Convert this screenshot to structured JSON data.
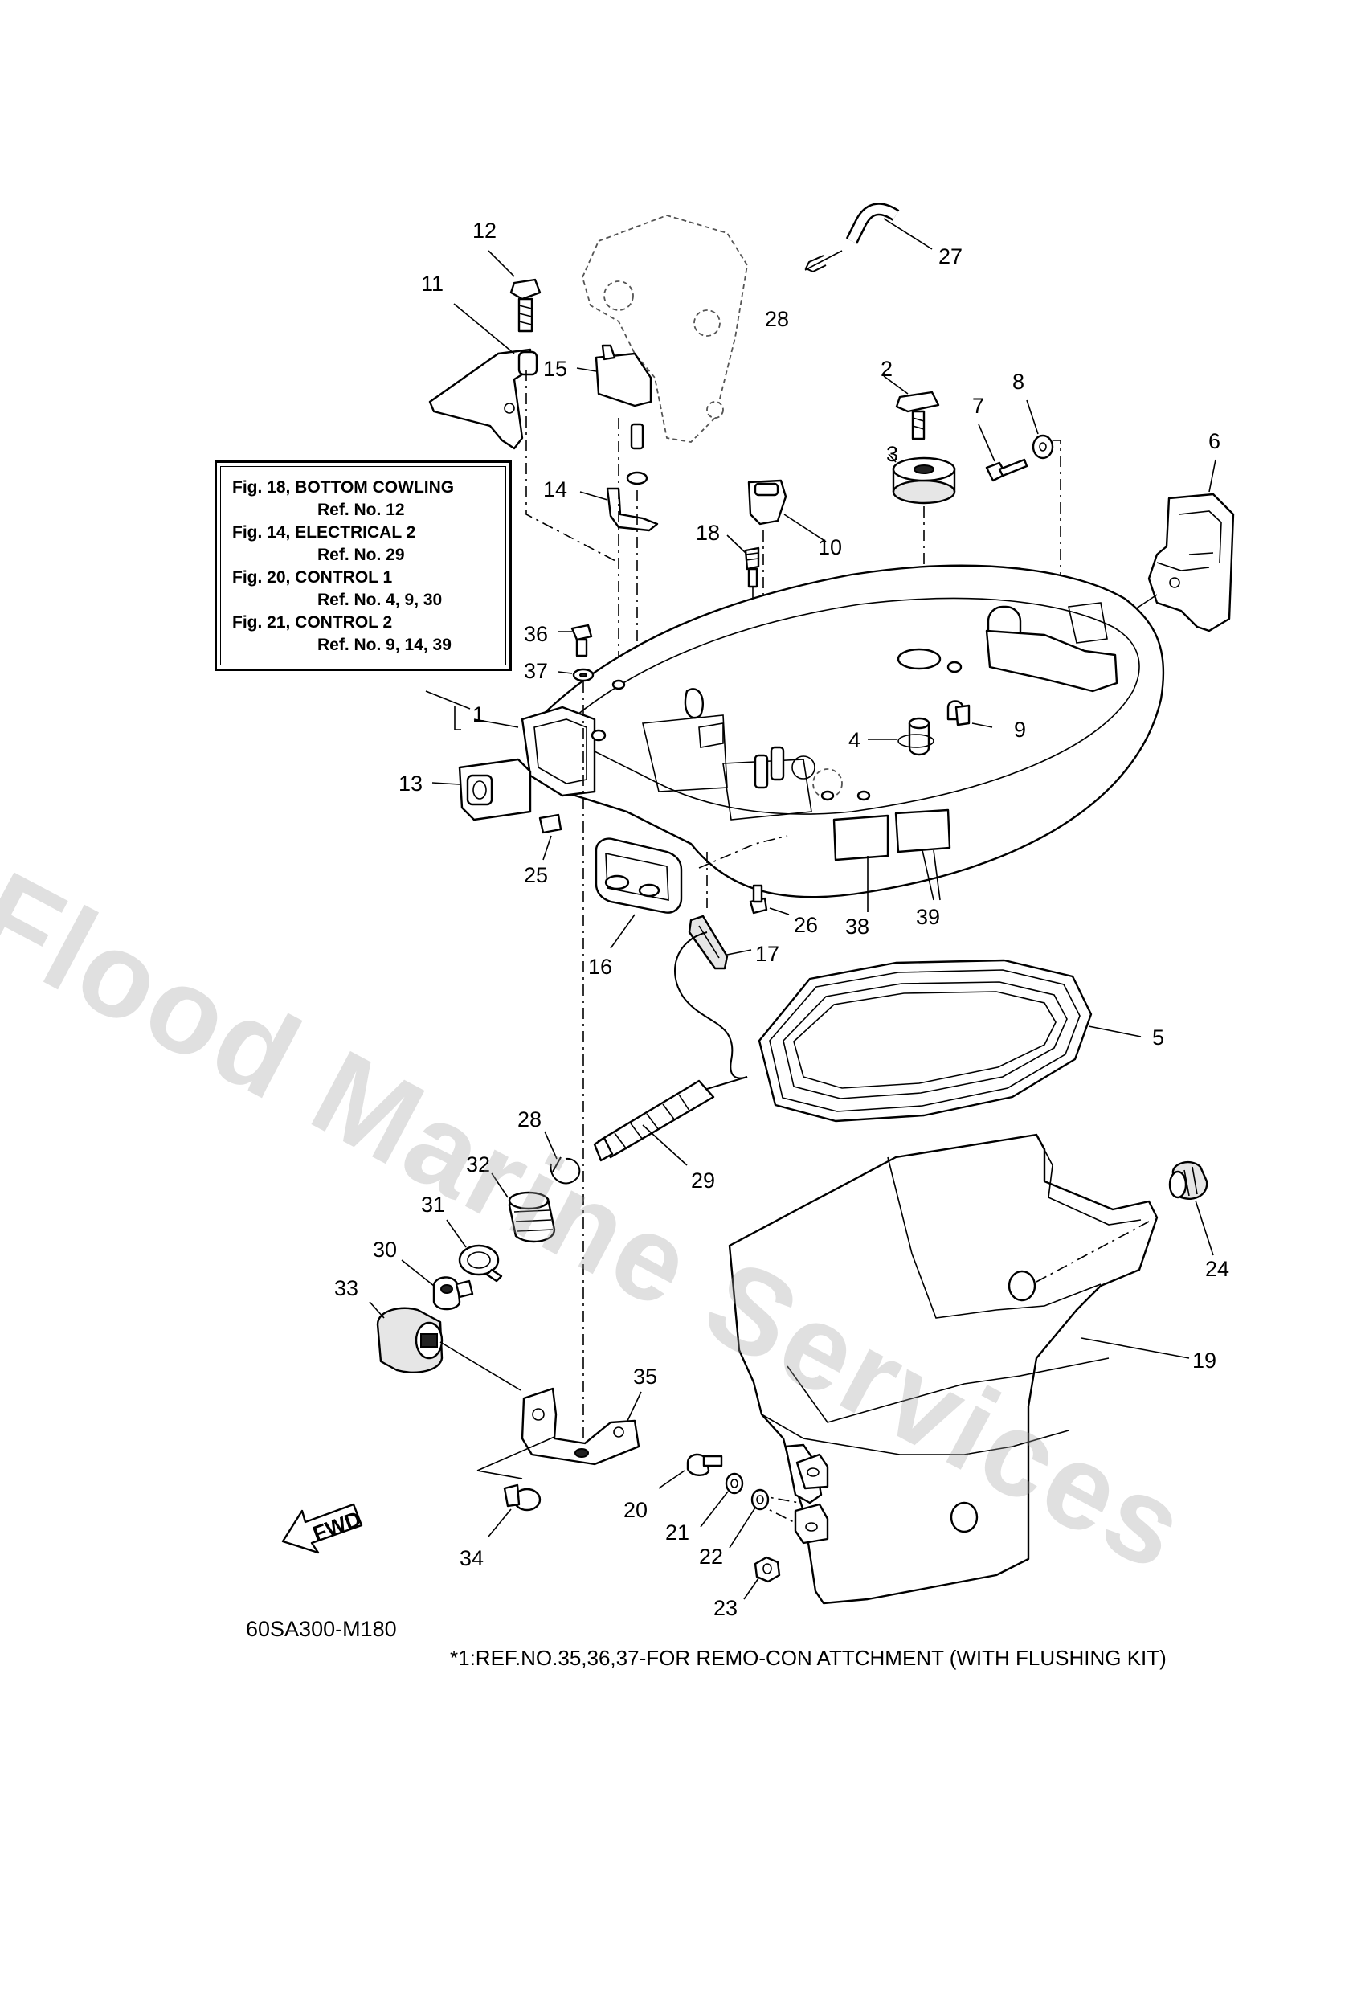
{
  "watermark": "Flood Marine Services",
  "reference_box": [
    {
      "fig": "Fig. 18, BOTTOM COWLING",
      "ref": "Ref. No. 12"
    },
    {
      "fig": "Fig. 14, ELECTRICAL 2",
      "ref": "Ref. No. 29"
    },
    {
      "fig": "Fig. 20, CONTROL 1",
      "ref": "Ref. No. 4, 9, 30"
    },
    {
      "fig": "Fig. 21, CONTROL 2",
      "ref": "Ref. No. 9, 14, 39"
    }
  ],
  "callouts": {
    "c1": "1",
    "c2": "2",
    "c3": "3",
    "c4": "4",
    "c5": "5",
    "c6": "6",
    "c7": "7",
    "c8": "8",
    "c9": "9",
    "c10": "10",
    "c11": "11",
    "c12": "12",
    "c13": "13",
    "c14": "14",
    "c15": "15",
    "c16": "16",
    "c17": "17",
    "c18": "18",
    "c19": "19",
    "c20": "20",
    "c21": "21",
    "c22": "22",
    "c23": "23",
    "c24": "24",
    "c25": "25",
    "c26": "26",
    "c27": "27",
    "c28a": "28",
    "c28b": "28",
    "c29": "29",
    "c30": "30",
    "c31": "31",
    "c32": "32",
    "c33": "33",
    "c34": "34",
    "c35": "35",
    "c36": "36",
    "c37": "37",
    "c38": "38",
    "c39": "39"
  },
  "fwd_label": "FWD",
  "figure_code": "60SA300-M180",
  "footnote": "*1:REF.NO.35,36,37-FOR REMO-CON ATTCHMENT (WITH FLUSHING KIT)"
}
